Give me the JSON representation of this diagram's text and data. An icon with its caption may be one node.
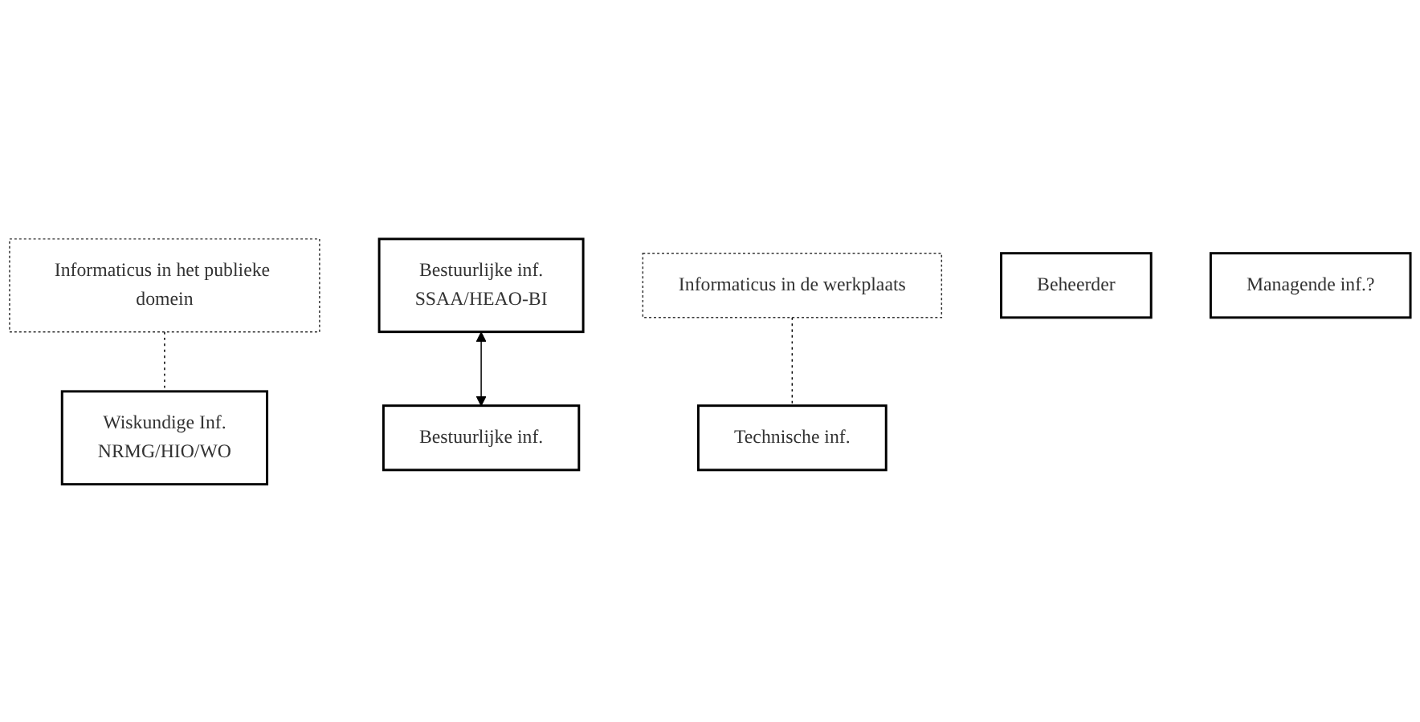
{
  "diagram": {
    "nodes": [
      {
        "text": [
          "Informaticus in het publieke domein"
        ]
      },
      {
        "text": [
          "Wiskundige Inf.",
          "NRMG/HIO/WO"
        ]
      },
      {
        "text": [
          "Bestuurlijke inf.",
          "SSAA/HEAO-BI"
        ]
      },
      {
        "text": [
          "Informaticus in de werkplaats"
        ]
      },
      {
        "text": [
          "Technische inf."
        ]
      },
      {
        "text": [
          "Bestuurlijke inf."
        ]
      },
      {
        "text": [
          "Beheerder"
        ]
      },
      {
        "text": [
          "Managende inf.?"
        ]
      }
    ],
    "edges": [
      {
        "from": 0,
        "to": 1,
        "arrow": "none",
        "style": "dashed"
      },
      {
        "from": 3,
        "to": 4,
        "arrow": "none",
        "style": "dashed"
      },
      {
        "from": 2,
        "to": 5,
        "arrow": "both"
      }
    ]
  }
}
